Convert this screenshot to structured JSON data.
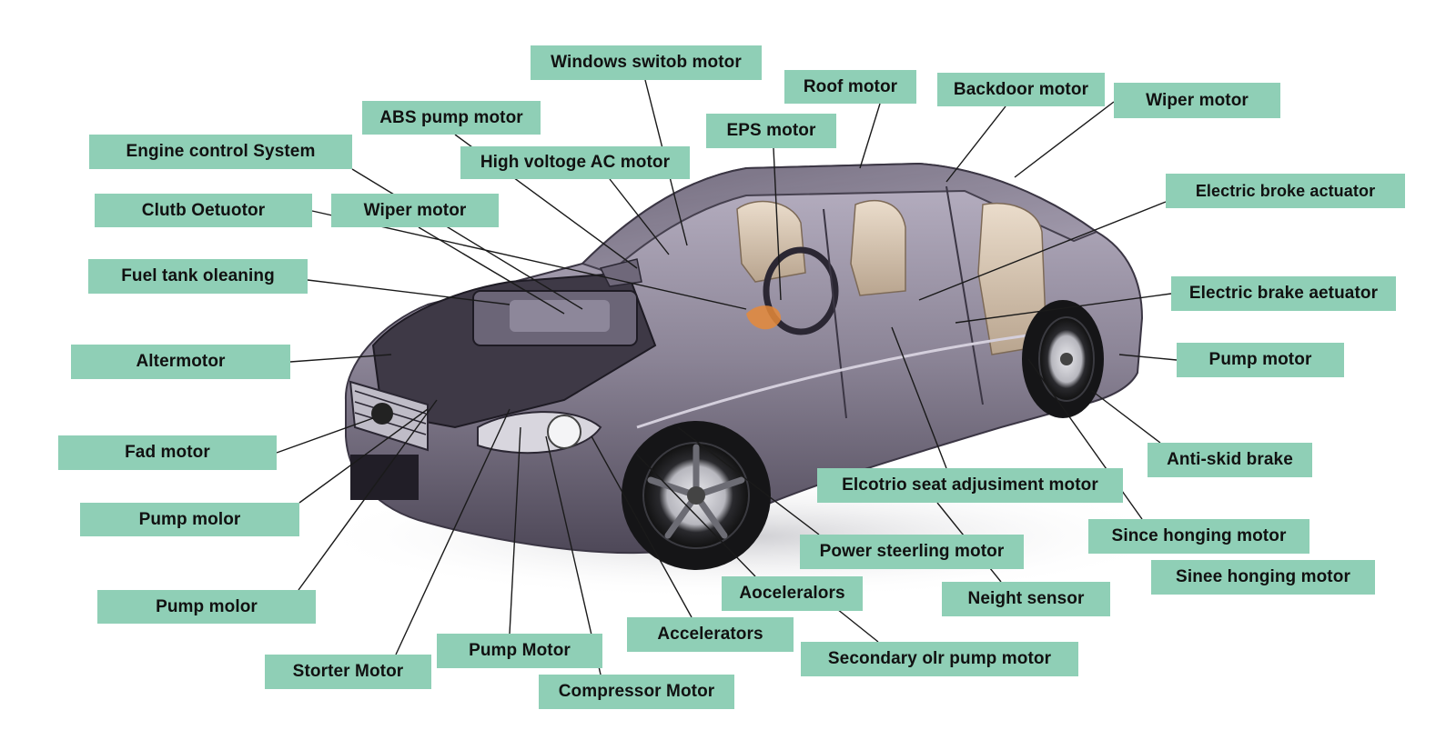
{
  "diagram": {
    "subject_icon": "car-cutaway-illustration",
    "colors": {
      "label_background": "#8fcfb6",
      "label_text": "#111111",
      "leader_line": "#1a1a1a",
      "car_body": "#8b8496"
    },
    "labels": [
      "Windows switob motor",
      "Roof motor",
      "Backdoor motor",
      "Wiper motor",
      "ABS pump motor",
      "EPS motor",
      "Engine control System",
      "High voltoge AC motor",
      "Electric broke actuator",
      "Clutb Oetuotor",
      "Wiper motor",
      "Fuel tank oleaning",
      "Electric brake aetuator",
      "Altermotor",
      "Pump motor",
      "Fad motor",
      "Anti-skid brake",
      "Elcotrio seat adjusiment motor",
      "Pump molor",
      "Since honging motor",
      "Power steerling motor",
      "Sinee honging motor",
      "Neight sensor",
      "Aoceleralors",
      "Pump molor",
      "Accelerators",
      "Pump Motor",
      "Secondary olr pump motor",
      "Storter Motor",
      "Compressor Motor"
    ]
  }
}
